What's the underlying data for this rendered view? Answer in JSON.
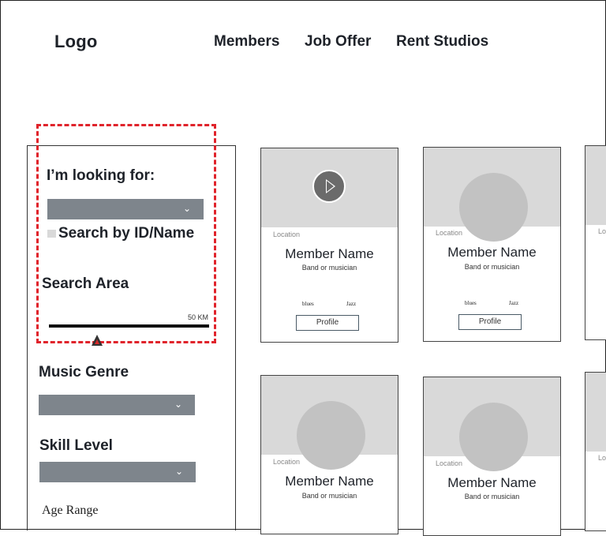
{
  "header": {
    "logo": "Logo",
    "nav": [
      "Members",
      "Job Offer",
      "Rent Studios"
    ]
  },
  "filters": {
    "looking_for_label": "I’m looking for:",
    "search_by_label": "Search by ID/Name",
    "search_area_label": "Search Area",
    "distance_max": "50 KM",
    "music_genre_label": "Music Genre",
    "skill_level_label": "Skill Level",
    "age_range_label": "Age Range",
    "chevron": "⌄"
  },
  "cards": [
    {
      "location": "Location",
      "name": "Member Name",
      "role": "Band or musician",
      "tags": [
        "blues",
        "Jazz"
      ],
      "button": "Profile",
      "media": "play-icon"
    },
    {
      "location": "Location",
      "name": "Member Name",
      "role": "Band or musician",
      "tags": [
        "blues",
        "Jazz"
      ],
      "button": "Profile",
      "media": "avatar"
    },
    {
      "location": "Location",
      "name": "Member Name",
      "role": "Band or musician",
      "media": "avatar"
    },
    {
      "location": "Location",
      "name": "Member Name",
      "role": "Band or musician",
      "media": "avatar"
    }
  ],
  "edge_cards": [
    {
      "location": "Lo"
    },
    {
      "location": "Lo"
    }
  ]
}
